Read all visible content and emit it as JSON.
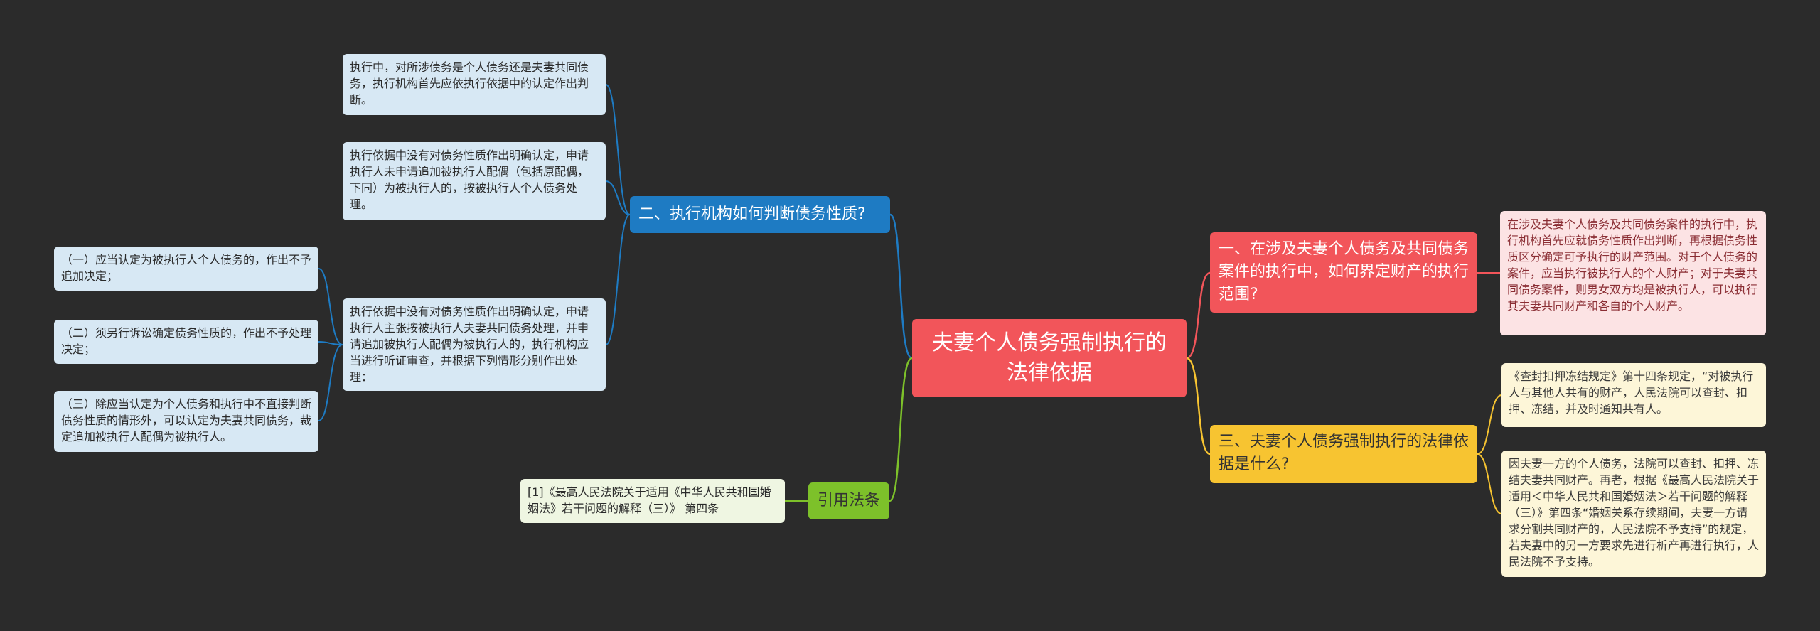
{
  "root": {
    "title": "夫妻个人债务强制执行的法律依据"
  },
  "branches": {
    "q1": {
      "label": "一、在涉及夫妻个人债务及共同债务案件的执行中，如何界定财产的执行范围?",
      "answer": "在涉及夫妻个人债务及共同债务案件的执行中，执行机构首先应就债务性质作出判断，再根据债务性质区分确定可予执行的财产范围。对于个人债务的案件，应当执行被执行人的个人财产；对于夫妻共同债务案件，则男女双方均是被执行人，可以执行其夫妻共同财产和各自的个人财产。"
    },
    "q3": {
      "label": "三、夫妻个人债务强制执行的法律依据是什么?",
      "answers": [
        "《查封扣押冻结规定》第十四条规定，“对被执行人与其他人共有的财产，人民法院可以查封、扣押、冻结，并及时通知共有人。",
        "因夫妻一方的个人债务，法院可以查封、扣押、冻结夫妻共同财产。再者，根据《最高人民法院关于适用＜中华人民共和国婚姻法＞若干问题的解释（三）》第四条“婚姻关系存续期间，夫妻一方请求分割共同财产的，人民法院不予支持”的规定，若夫妻中的另一方要求先进行析产再进行执行，人民法院不予支持。"
      ]
    },
    "q2": {
      "label": "二、执行机构如何判断债务性质?",
      "answers": [
        "执行中，对所涉债务是个人债务还是夫妻共同债务，执行机构首先应依执行依据中的认定作出判断。",
        "执行依据中没有对债务性质作出明确认定，申请执行人未申请追加被执行人配偶（包括原配偶，下同）为被执行人的，按被执行人个人债务处理。",
        "执行依据中没有对债务性质作出明确认定，申请执行人主张按被执行人夫妻共同债务处理，并申请追加被执行人配偶为被执行人的，执行机构应当进行听证审查，并根据下列情形分别作出处理："
      ],
      "sub": [
        "（一）应当认定为被执行人个人债务的，作出不予追加决定；",
        "（二）须另行诉讼确定债务性质的，作出不予处理决定；",
        "（三）除应当认定为个人债务和执行中不直接判断债务性质的情形外，可以认定为夫妻共同债务，裁定追加被执行人配偶为被执行人。"
      ]
    },
    "law": {
      "label": "引用法条",
      "ref": "[1]《最高人民法院关于适用《中华人民共和国婚姻法》若干问题的解释（三）》 第四条"
    }
  },
  "colors": {
    "background": "#2b2b2b",
    "root": "#f2555a",
    "q1": "#f2555a",
    "q3": "#f7c431",
    "q2": "#1e7bc3",
    "law": "#7dc12a"
  }
}
